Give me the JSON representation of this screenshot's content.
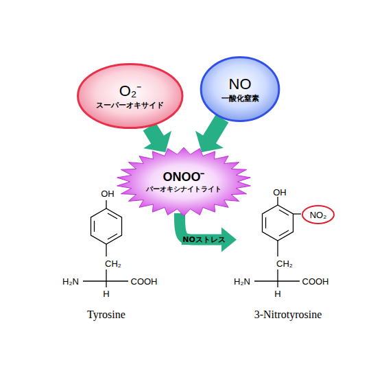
{
  "diagram": {
    "nodes": [
      {
        "text": [
          "O₂⁻",
          "スーパーオキサイド"
        ]
      },
      {
        "text": [
          "NO",
          "一酸化窒素"
        ]
      },
      {
        "text": [
          "ONOO⁻",
          "パーオキシナイトライト"
        ]
      },
      {
        "text": [
          "Tyrosine"
        ]
      },
      {
        "text": [
          "3-Nitrotyrosine"
        ]
      }
    ],
    "edges": [
      {
        "from": 0,
        "to": 2,
        "arrow": "to"
      },
      {
        "from": 1,
        "to": 2,
        "arrow": "to"
      },
      {
        "from": 2,
        "to": 4,
        "label": "NOストレス",
        "arrow": "to"
      }
    ],
    "labels": [
      "OH",
      "CH₂",
      "H₂N",
      "H",
      "COOH",
      "OH",
      "NO₂",
      "CH₂",
      "H₂N",
      "H",
      "COOH"
    ]
  }
}
